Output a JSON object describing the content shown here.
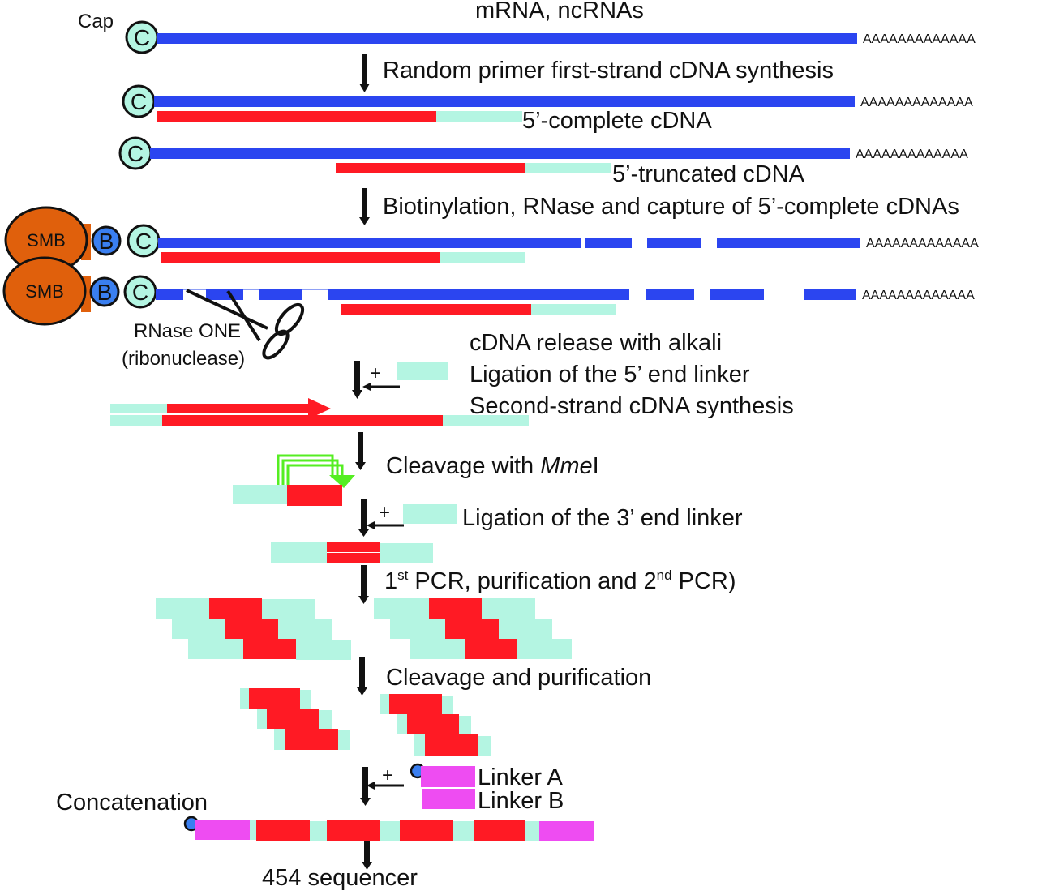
{
  "figure": {
    "colors": {
      "rna": "#2b45f0",
      "cdna": "#ff1a24",
      "linker": "#b4f5e2",
      "cap": "#b4f5e2",
      "biotin": "#3a7ff0",
      "smb": "#e0600c",
      "adapter": "#ee4cf2",
      "cleavage_arrow": "#55ee22",
      "arrow": "#111111"
    },
    "labels": {
      "cap": "Cap",
      "cap_symbol": "C",
      "biotin_symbol": "B",
      "smb": "SMB",
      "poly_a": "AAAAAAAAAAAAA",
      "mrna": "mRNA, ncRNAs",
      "complete_cdna": "5’-complete cDNA",
      "truncated_cdna": "5’-truncated cDNA",
      "rnase": "RNase ONE",
      "rnase_sub": "(ribonuclease)",
      "plus": "+",
      "linker_a": "Linker A",
      "linker_b": "Linker B",
      "concatenation": "Concatenation",
      "sequencer": "454 sequencer"
    },
    "steps": [
      {
        "text": "Random primer first-strand cDNA synthesis"
      },
      {
        "text": "Biotinylation, RNase and capture of 5’-complete cDNAs"
      },
      {
        "text": "cDNA release with alkali"
      },
      {
        "text": "Ligation of the 5’ end linker"
      },
      {
        "text": "Second-strand cDNA synthesis"
      },
      {
        "text_pre": "Cleavage with ",
        "text_italic": "Mme",
        "text_post": "I"
      },
      {
        "text": "Ligation of the 3’ end linker"
      },
      {
        "pcr1": "1",
        "pcr1_sup": "st",
        "pcr_mid": " PCR, purification and 2",
        "pcr2_sup": "nd",
        "pcr_end": " PCR)"
      },
      {
        "text": "Cleavage and purification"
      }
    ]
  }
}
